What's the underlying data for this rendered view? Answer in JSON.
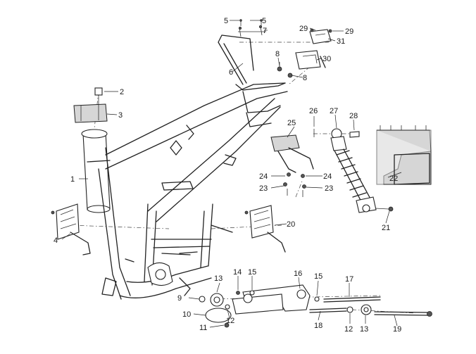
{
  "diagram": {
    "labels": [
      {
        "text": "1"
      },
      {
        "text": "2"
      },
      {
        "text": "3"
      },
      {
        "text": "4"
      },
      {
        "text": "5"
      },
      {
        "text": "5"
      },
      {
        "text": "6"
      },
      {
        "text": "7"
      },
      {
        "text": "8"
      },
      {
        "text": "8"
      },
      {
        "text": "9"
      },
      {
        "text": "10"
      },
      {
        "text": "11"
      },
      {
        "text": "12"
      },
      {
        "text": "12"
      },
      {
        "text": "13"
      },
      {
        "text": "13"
      },
      {
        "text": "14"
      },
      {
        "text": "15"
      },
      {
        "text": "15"
      },
      {
        "text": "16"
      },
      {
        "text": "17"
      },
      {
        "text": "18"
      },
      {
        "text": "19"
      },
      {
        "text": "20"
      },
      {
        "text": "21"
      },
      {
        "text": "22"
      },
      {
        "text": "23"
      },
      {
        "text": "23"
      },
      {
        "text": "24"
      },
      {
        "text": "24"
      },
      {
        "text": "25"
      },
      {
        "text": "26"
      },
      {
        "text": "27"
      },
      {
        "text": "28"
      },
      {
        "text": "29"
      },
      {
        "text": "29"
      },
      {
        "text": "30"
      },
      {
        "text": "31"
      }
    ]
  }
}
